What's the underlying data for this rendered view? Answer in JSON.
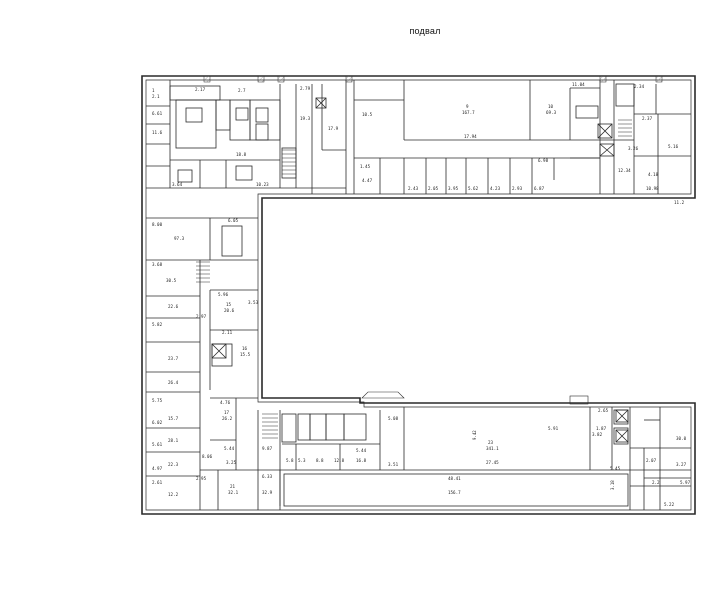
{
  "page": {
    "title": "подвал"
  },
  "plan": {
    "line_color": "#2a2a2a",
    "hatch_color": "#6b6b6b",
    "labels": [
      {
        "id": "r1",
        "text": "1"
      },
      {
        "id": "r1a",
        "text": "2.1"
      },
      {
        "id": "r2",
        "text": "2.17"
      },
      {
        "id": "r3",
        "text": "2.7"
      },
      {
        "id": "r4",
        "text": "6.61"
      },
      {
        "id": "r5",
        "text": "11.6"
      },
      {
        "id": "r6",
        "text": "19.3"
      },
      {
        "id": "r7",
        "text": "10.5"
      },
      {
        "id": "r8",
        "text": "9"
      },
      {
        "id": "r9",
        "text": "167.7"
      },
      {
        "id": "r10",
        "text": "10"
      },
      {
        "id": "r11",
        "text": "69.3"
      },
      {
        "id": "r12",
        "text": "11.04"
      },
      {
        "id": "r13",
        "text": "17.94"
      },
      {
        "id": "r14",
        "text": "2.34"
      },
      {
        "id": "r15",
        "text": "2.37"
      },
      {
        "id": "r16",
        "text": "3.26"
      },
      {
        "id": "r17",
        "text": "5.16"
      },
      {
        "id": "r18",
        "text": "4.18"
      },
      {
        "id": "r19",
        "text": "12.34"
      },
      {
        "id": "r20",
        "text": "10.98"
      },
      {
        "id": "r21",
        "text": "11.2"
      },
      {
        "id": "r22",
        "text": "6.98"
      },
      {
        "id": "r23",
        "text": "1.45"
      },
      {
        "id": "r24",
        "text": "4.47"
      },
      {
        "id": "r25",
        "text": "2.43"
      },
      {
        "id": "r26",
        "text": "2.05"
      },
      {
        "id": "r27",
        "text": "3.95"
      },
      {
        "id": "r28",
        "text": "5.62"
      },
      {
        "id": "r29",
        "text": "4.23"
      },
      {
        "id": "r30",
        "text": "2.93"
      },
      {
        "id": "r31",
        "text": "6.87"
      },
      {
        "id": "r32",
        "text": "10.23"
      },
      {
        "id": "r33",
        "text": "3.64"
      },
      {
        "id": "r34",
        "text": "17.9"
      },
      {
        "id": "r35",
        "text": "2.79"
      },
      {
        "id": "r36",
        "text": "18.8"
      },
      {
        "id": "r37",
        "text": "8.00"
      },
      {
        "id": "r38",
        "text": "97.3"
      },
      {
        "id": "r39",
        "text": "6.05"
      },
      {
        "id": "r40",
        "text": "3.68"
      },
      {
        "id": "r41",
        "text": "30.5"
      },
      {
        "id": "r42",
        "text": "5.96"
      },
      {
        "id": "r43",
        "text": "2.97"
      },
      {
        "id": "r44",
        "text": "3.53"
      },
      {
        "id": "r45",
        "text": "15"
      },
      {
        "id": "r46",
        "text": "20.6"
      },
      {
        "id": "r47",
        "text": "2.11"
      },
      {
        "id": "r48",
        "text": "16"
      },
      {
        "id": "r49",
        "text": "15.5"
      },
      {
        "id": "r50",
        "text": "5.82"
      },
      {
        "id": "r51",
        "text": "4.76"
      },
      {
        "id": "r52",
        "text": "17"
      },
      {
        "id": "r53",
        "text": "26.2"
      },
      {
        "id": "r54",
        "text": "6.02"
      },
      {
        "id": "r55",
        "text": "5.44"
      },
      {
        "id": "r56",
        "text": "8.06"
      },
      {
        "id": "r57",
        "text": "3.25"
      },
      {
        "id": "r58",
        "text": "5.75"
      },
      {
        "id": "r59",
        "text": "2.95"
      },
      {
        "id": "r60",
        "text": "21"
      },
      {
        "id": "r61",
        "text": "32.1"
      },
      {
        "id": "r62",
        "text": "6.33"
      },
      {
        "id": "r63",
        "text": "9.87"
      },
      {
        "id": "r64",
        "text": "2.61"
      },
      {
        "id": "r65",
        "text": "32.9"
      },
      {
        "id": "r66",
        "text": "5.8"
      },
      {
        "id": "r67",
        "text": "16.8"
      },
      {
        "id": "r68",
        "text": "5.44"
      },
      {
        "id": "r69",
        "text": "3.51"
      },
      {
        "id": "r70",
        "text": "5.08"
      },
      {
        "id": "r71",
        "text": "9.42"
      },
      {
        "id": "r72",
        "text": "23"
      },
      {
        "id": "r73",
        "text": "341.1"
      },
      {
        "id": "r74",
        "text": "27.45"
      },
      {
        "id": "r75",
        "text": "5.91"
      },
      {
        "id": "r76",
        "text": "3.82"
      },
      {
        "id": "r77",
        "text": "3.18"
      },
      {
        "id": "r78",
        "text": "48.41"
      },
      {
        "id": "r79",
        "text": "156.7"
      },
      {
        "id": "r80",
        "text": "2.65"
      },
      {
        "id": "r81",
        "text": "1.87"
      },
      {
        "id": "r82",
        "text": "5.45"
      },
      {
        "id": "r83",
        "text": "3.27"
      },
      {
        "id": "r84",
        "text": "2.07"
      },
      {
        "id": "r85",
        "text": "30.0"
      },
      {
        "id": "r86",
        "text": "5.97"
      },
      {
        "id": "r87",
        "text": "2.2"
      },
      {
        "id": "r88",
        "text": "5.22"
      },
      {
        "id": "r89",
        "text": "5.3"
      },
      {
        "id": "r90",
        "text": "8.8"
      },
      {
        "id": "r91",
        "text": "12.8"
      },
      {
        "id": "r92",
        "text": "5.61"
      },
      {
        "id": "r93",
        "text": "4.97"
      },
      {
        "id": "r94",
        "text": "23.7"
      },
      {
        "id": "r95",
        "text": "26.4"
      },
      {
        "id": "r96",
        "text": "22.6"
      },
      {
        "id": "r97",
        "text": "15.7"
      },
      {
        "id": "r98",
        "text": "28.1"
      },
      {
        "id": "r99",
        "text": "22.3"
      },
      {
        "id": "r100",
        "text": "12.2"
      }
    ]
  }
}
